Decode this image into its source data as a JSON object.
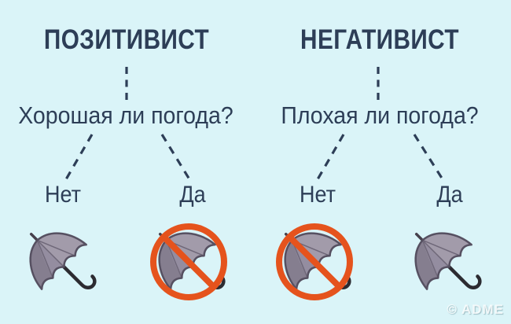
{
  "theme": {
    "background": "#daf4f8",
    "text_color": "#2d3e57",
    "ban_color": "#e5531d",
    "umbrella_color": "#a29baa"
  },
  "columns": [
    {
      "title": "ПОЗИТИВИСТ",
      "question": "Хорошая ли погода?",
      "answers": [
        {
          "label": "Нет",
          "umbrella_banned": false
        },
        {
          "label": "Да",
          "umbrella_banned": true
        }
      ]
    },
    {
      "title": "НЕГАТИВИСТ",
      "question": "Плохая ли погода?",
      "answers": [
        {
          "label": "Нет",
          "umbrella_banned": true
        },
        {
          "label": "Да",
          "umbrella_banned": false
        }
      ]
    }
  ],
  "watermark": "© ADME"
}
